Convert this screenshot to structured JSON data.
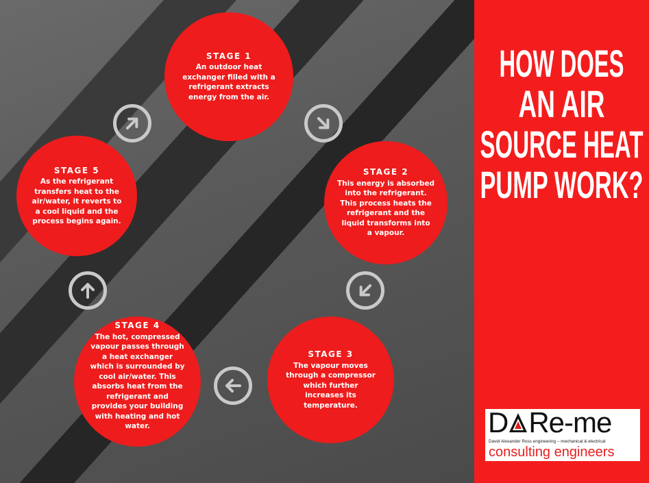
{
  "title_lines": [
    "HOW DOES",
    "AN AIR",
    "SOURCE HEAT",
    "PUMP WORK?"
  ],
  "colors": {
    "panel": "#f41d1d",
    "circle": "#ee1c1c",
    "arrow_ring": "#c9c9c9"
  },
  "stages": [
    {
      "label": "STAGE 1",
      "lines": [
        "An outdoor heat",
        "exchanger filled with a",
        "refrigerant extracts",
        "energy from the air."
      ]
    },
    {
      "label": "STAGE 2",
      "lines": [
        "This energy is absorbed",
        "into the refrigerant.",
        "This process heats the",
        "refrigerant and the",
        "liquid transforms into",
        "a vapour."
      ]
    },
    {
      "label": "STAGE 3",
      "lines": [
        "The vapour moves",
        "through a compressor",
        "which further",
        "increases its",
        "temperature."
      ]
    },
    {
      "label": "STAGE 4",
      "lines": [
        "The hot, compressed",
        "vapour passes through",
        "a heat exchanger",
        "which is surrounded by",
        "cool air/water. This",
        "absorbs heat from the",
        "refrigerant and",
        "provides your building",
        "with heating and hot",
        "water."
      ]
    },
    {
      "label": "STAGE 5",
      "lines": [
        "As the refrigerant",
        "transfers heat to the",
        "air/water, it reverts to",
        "a cool liquid and the",
        "process begins again."
      ]
    }
  ],
  "arrows": [
    "arrow-up-right-icon",
    "arrow-down-right-icon",
    "arrow-down-left-icon",
    "arrow-left-icon",
    "arrow-up-icon"
  ],
  "logo": {
    "name": "DARe-me",
    "tagline": "David Alexander Ross engineering – mechanical & electrical",
    "subtitle": "consulting engineers"
  }
}
